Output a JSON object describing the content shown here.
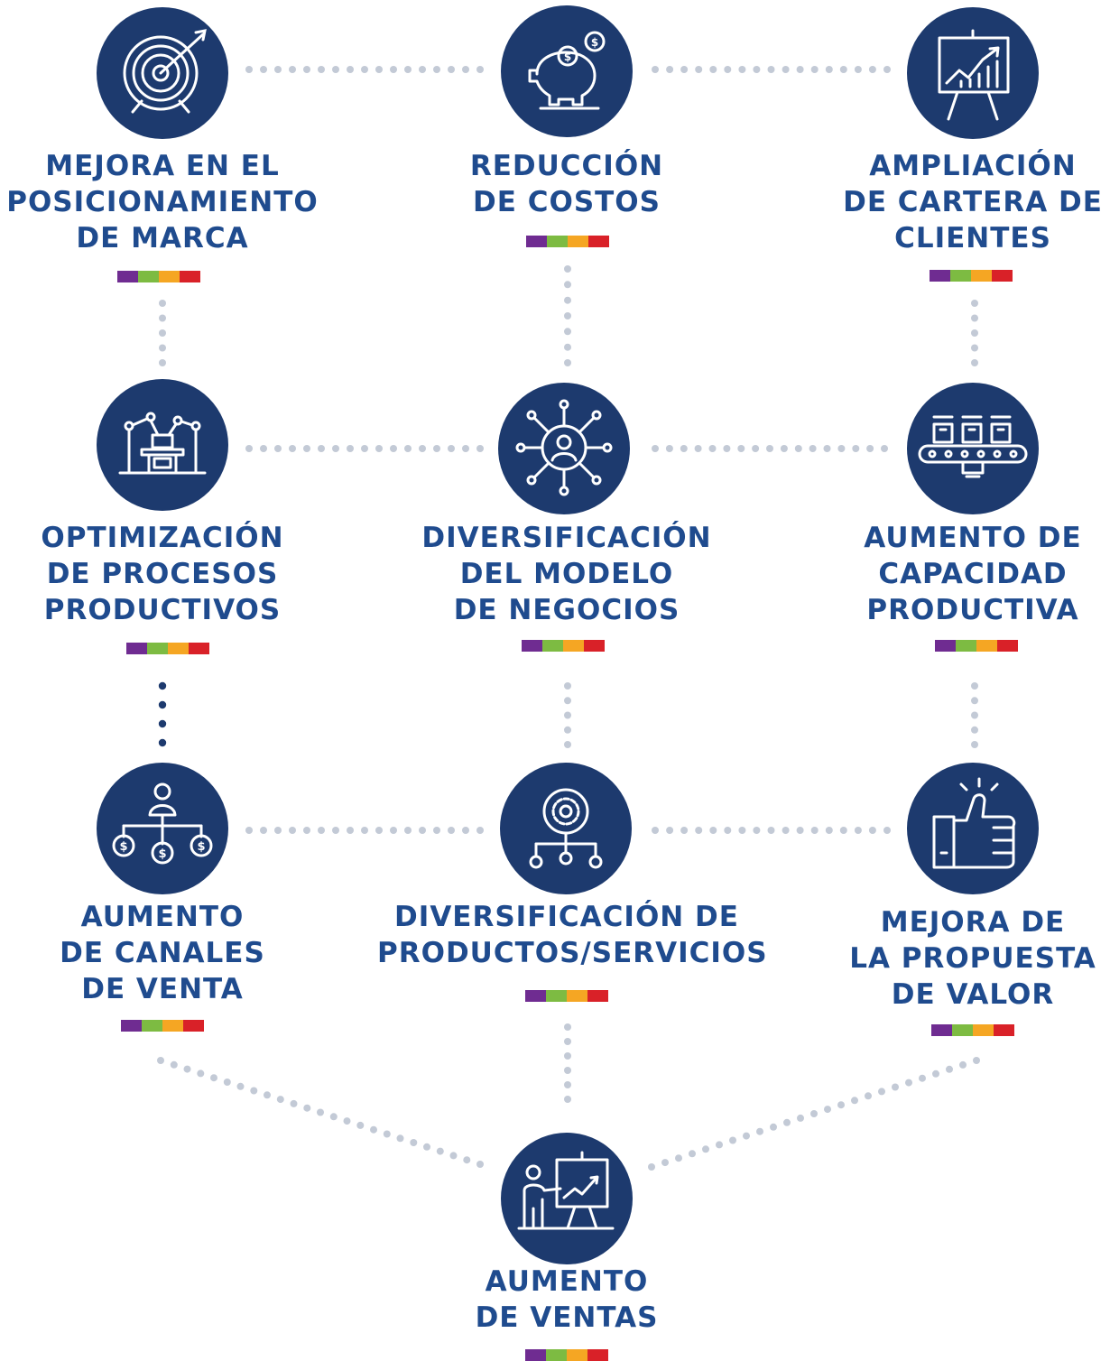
{
  "colors": {
    "circle": "#1d3a6e",
    "text": "#1f4b8e",
    "connector": "#c3cad6",
    "connector_dark": "#1d3a6e",
    "stripe": [
      "#6f2c91",
      "#7dbb42",
      "#f5a623",
      "#d92128"
    ]
  },
  "nodes": [
    {
      "id": "marca",
      "icon": "target-icon",
      "lines": [
        "Mejora en el",
        "posicionamiento",
        "de marca"
      ]
    },
    {
      "id": "costos",
      "icon": "piggy-bank-icon",
      "lines": [
        "Reducción",
        "de costos"
      ]
    },
    {
      "id": "cartera",
      "icon": "growth-chart-board-icon",
      "lines": [
        "Ampliación",
        "de cartera de",
        "clientes"
      ]
    },
    {
      "id": "procesos",
      "icon": "robotic-arms-icon",
      "lines": [
        "Optimización",
        "de procesos",
        "productivos"
      ]
    },
    {
      "id": "modelo",
      "icon": "network-hub-icon",
      "lines": [
        "Diversificación",
        "del modelo",
        "de negocios"
      ]
    },
    {
      "id": "capacidad",
      "icon": "conveyor-belt-icon",
      "lines": [
        "Aumento de",
        "capacidad",
        "productiva"
      ]
    },
    {
      "id": "canales",
      "icon": "sales-channels-icon",
      "lines": [
        "Aumento",
        "de canales",
        "de venta"
      ]
    },
    {
      "id": "productos",
      "icon": "gear-hierarchy-icon",
      "lines": [
        "Diversificación de",
        "productos/servicios"
      ]
    },
    {
      "id": "valor",
      "icon": "thumbs-up-icon",
      "lines": [
        "Mejora de",
        "la propuesta",
        "de valor"
      ]
    },
    {
      "id": "ventas",
      "icon": "presentation-icon",
      "lines": [
        "Aumento",
        "de ventas"
      ]
    }
  ]
}
